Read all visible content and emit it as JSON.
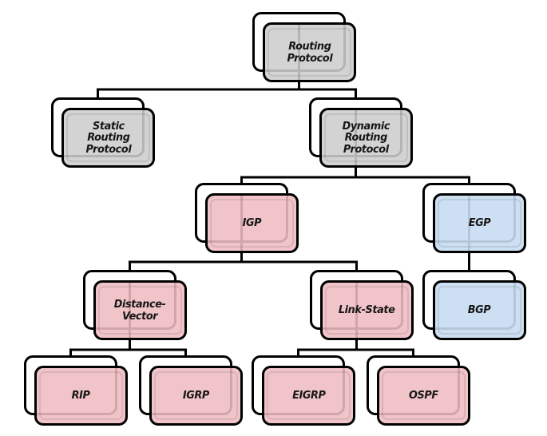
{
  "diagram": {
    "type": "tree",
    "description": "Routing protocol classification hierarchy",
    "background_color": "#ffffff",
    "connector_color": "#000000",
    "node_fill_colors": {
      "neutral_gray": "#d2d2d2",
      "igp_pink": "#eec3c6",
      "egp_blue": "#cfdff2"
    },
    "node_border_color": "#000000",
    "nodes": {
      "routing": {
        "lines": [
          "Routing",
          "Protocol"
        ],
        "color": "gray",
        "level": 1
      },
      "static": {
        "lines": [
          "Static",
          "Routing",
          "Protocol"
        ],
        "color": "gray",
        "level": 2
      },
      "dynamic": {
        "lines": [
          "Dynamic",
          "Routing",
          "Protocol"
        ],
        "color": "gray",
        "level": 2
      },
      "igp": {
        "lines": [
          "IGP"
        ],
        "color": "pink",
        "level": 3
      },
      "egp": {
        "lines": [
          "EGP"
        ],
        "color": "blue",
        "level": 3
      },
      "distance_vector": {
        "lines": [
          "Distance-",
          "Vector"
        ],
        "color": "pink",
        "level": 4
      },
      "link_state": {
        "lines": [
          "Link-State"
        ],
        "color": "pink",
        "level": 4
      },
      "bgp": {
        "lines": [
          "BGP"
        ],
        "color": "blue",
        "level": 4
      },
      "rip": {
        "lines": [
          "RIP"
        ],
        "color": "pink",
        "level": 5
      },
      "igrp": {
        "lines": [
          "IGRP"
        ],
        "color": "pink",
        "level": 5
      },
      "eigrp": {
        "lines": [
          "EIGRP"
        ],
        "color": "pink",
        "level": 5
      },
      "ospf": {
        "lines": [
          "OSPF"
        ],
        "color": "pink",
        "level": 5
      }
    },
    "edges": [
      {
        "from": "routing",
        "to": [
          "static",
          "dynamic"
        ]
      },
      {
        "from": "dynamic",
        "to": [
          "igp",
          "egp"
        ]
      },
      {
        "from": "igp",
        "to": [
          "distance_vector",
          "link_state"
        ]
      },
      {
        "from": "egp",
        "to": [
          "bgp"
        ]
      },
      {
        "from": "distance_vector",
        "to": [
          "rip",
          "igrp"
        ]
      },
      {
        "from": "link_state",
        "to": [
          "eigrp",
          "ospf"
        ]
      }
    ]
  }
}
